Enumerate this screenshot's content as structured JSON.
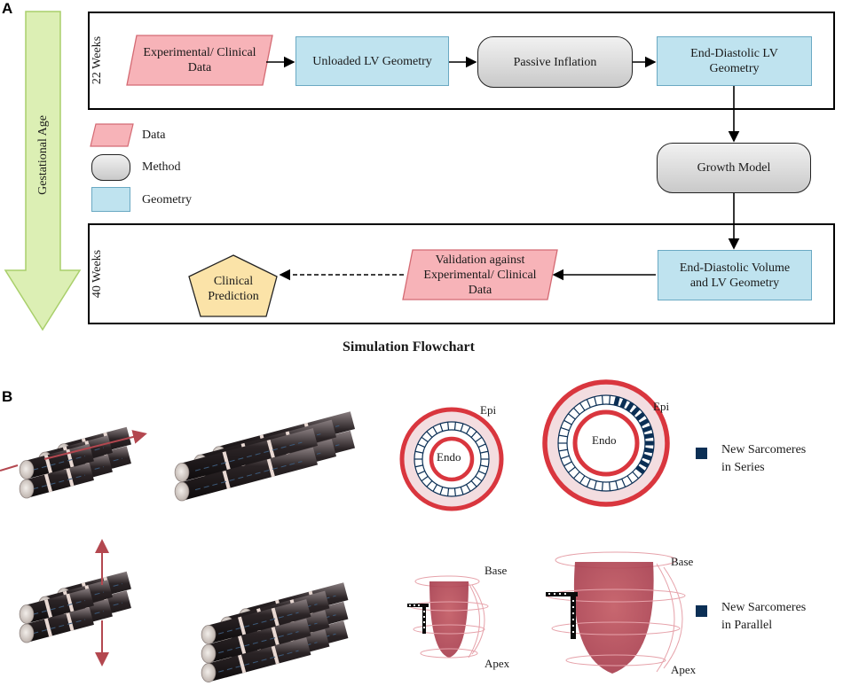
{
  "panel_a": {
    "letter": "A",
    "gestational_age_label": "Gestational Age",
    "stage_22_label": "22 Weeks",
    "stage_40_label": "40 Weeks",
    "nodes": {
      "experimental_data": "Experimental/ Clinical Data",
      "unloaded_geometry": "Unloaded LV Geometry",
      "passive_inflation": "Passive Inflation",
      "end_diastolic_geometry": "End-Diastolic LV Geometry",
      "growth_model": "Growth Model",
      "end_diastolic_volume": "End-Diastolic Volume and LV Geometry",
      "validation": "Validation against Experimental/ Clinical Data",
      "clinical_prediction": "Clinical Prediction"
    },
    "legend": {
      "data": "Data",
      "method": "Method",
      "geometry": "Geometry"
    },
    "caption": "Simulation Flowchart"
  },
  "panel_b": {
    "letter": "B",
    "epi_label": "Epi",
    "endo_label": "Endo",
    "base_label": "Base",
    "apex_label": "Apex",
    "series_legend_line1": "New Sarcomeres",
    "series_legend_line2": "in Series",
    "parallel_legend_line1": "New Sarcomeres",
    "parallel_legend_line2": "in Parallel"
  },
  "colors": {
    "data_fill": "#f7b3b8",
    "geometry_fill": "#bfe3ef",
    "method_fill": "#d6d6d6",
    "prediction_fill": "#fbe3a8",
    "arrow_green": "#dcefb4",
    "myocardium_red": "#d9363e",
    "sarcomere_navy": "#0b2f55"
  }
}
